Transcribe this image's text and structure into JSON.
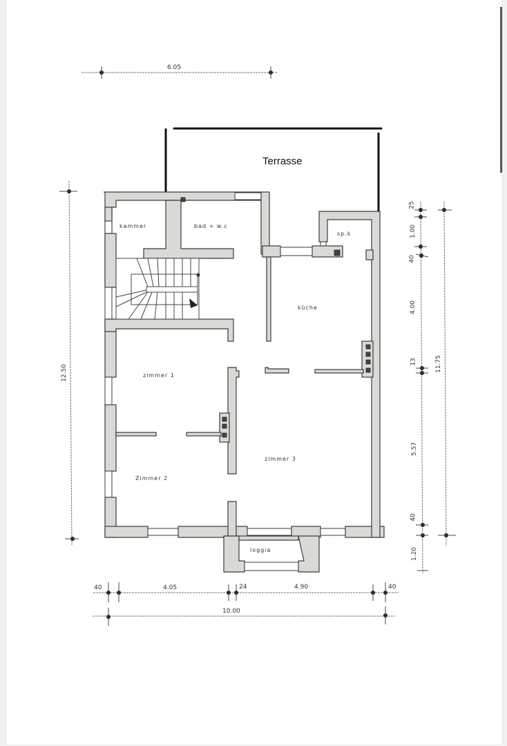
{
  "plan": {
    "annotation": {
      "label": "Terrasse"
    },
    "rooms": [
      {
        "id": "kammer",
        "label": "kammer"
      },
      {
        "id": "bad",
        "label": "bad + w.c"
      },
      {
        "id": "spk",
        "label": "sp.k"
      },
      {
        "id": "kueche",
        "label": "küche"
      },
      {
        "id": "zimmer1",
        "label": "zimmer 1"
      },
      {
        "id": "zimmer2",
        "label": "Zimmer 2"
      },
      {
        "id": "zimmer3",
        "label": "zimmer 3"
      },
      {
        "id": "loggia",
        "label": "loggia"
      }
    ],
    "dimensions": {
      "top": {
        "terrace_width": "6.05"
      },
      "left": {
        "total_height": "12.50"
      },
      "bottom_row1": [
        "40",
        "4.05",
        "24",
        "4.90",
        "40"
      ],
      "bottom_row2": {
        "total_width": "10.00"
      },
      "right_row1": [
        "25",
        "1.00",
        "40",
        "4.00",
        "13",
        "5.57",
        "40",
        "1.20"
      ],
      "right_row2": {
        "total": "11.75"
      }
    },
    "colors": {
      "wall_fill": "#d9d9d6",
      "wall_stroke": "#3a3a3a",
      "terrace_line": "#111111",
      "paper": "#ffffff"
    }
  }
}
